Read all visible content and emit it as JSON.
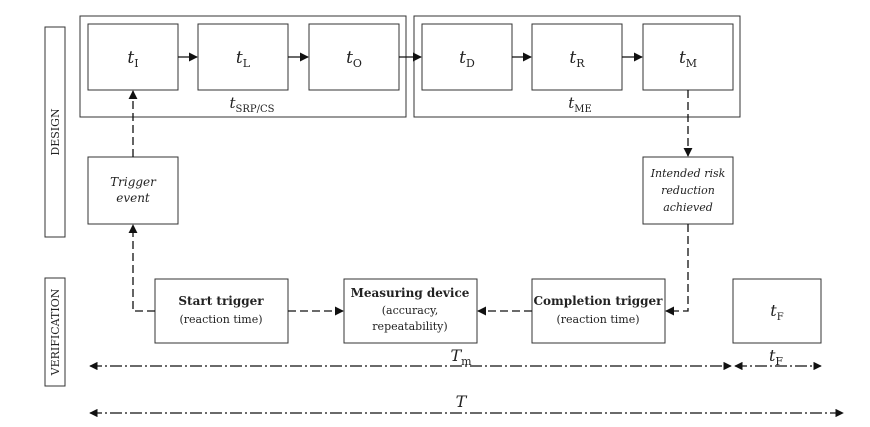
{
  "side_labels": {
    "design": "DESIGN",
    "verification": "VERIFICATION"
  },
  "top_boxes": [
    {
      "base": "t",
      "sub": "I"
    },
    {
      "base": "t",
      "sub": "L"
    },
    {
      "base": "t",
      "sub": "O"
    },
    {
      "base": "t",
      "sub": "D"
    },
    {
      "base": "t",
      "sub": "R"
    },
    {
      "base": "t",
      "sub": "M"
    }
  ],
  "groups": {
    "srp": {
      "base": "t",
      "sub": "SRP/CS"
    },
    "me": {
      "base": "t",
      "sub": "ME"
    }
  },
  "trigger_event": {
    "line1": "Trigger",
    "line2": "event"
  },
  "risk_box": {
    "line1": "Intended risk",
    "line2": "reduction",
    "line3": "achieved"
  },
  "start_trigger": {
    "title": "Start trigger",
    "sub": "(reaction time)"
  },
  "measuring_device": {
    "title": "Measuring device",
    "sub1": "(accuracy,",
    "sub2": "repeatability)"
  },
  "completion_trigger": {
    "title": "Completion trigger",
    "sub": "(reaction time)"
  },
  "tf_box": {
    "base": "t",
    "sub": "F"
  },
  "dims": {
    "tm": {
      "base": "T",
      "sub": "m"
    },
    "tf": {
      "base": "t",
      "sub": "F"
    },
    "total": {
      "base": "T"
    }
  }
}
